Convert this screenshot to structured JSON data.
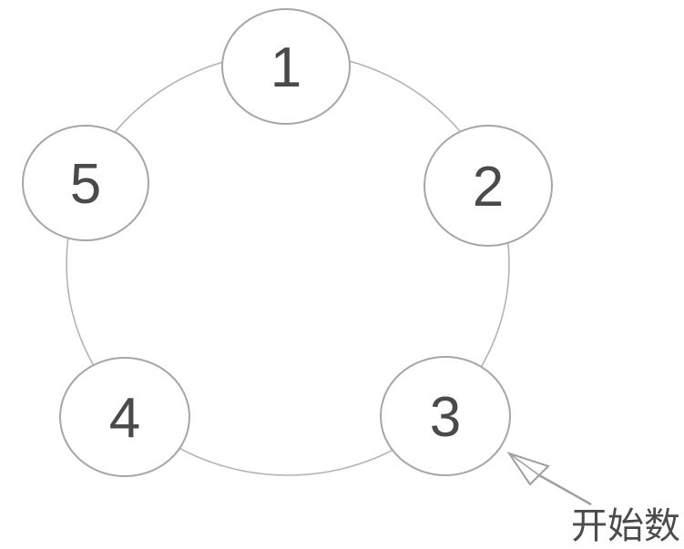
{
  "diagram": {
    "type": "circular-ring-diagram",
    "nodes": [
      {
        "id": "node-1",
        "label": "1"
      },
      {
        "id": "node-2",
        "label": "2"
      },
      {
        "id": "node-3",
        "label": "3"
      },
      {
        "id": "node-4",
        "label": "4"
      },
      {
        "id": "node-5",
        "label": "5"
      }
    ],
    "annotation": {
      "label": "开始数",
      "points_to": "node-3"
    },
    "colors": {
      "ring_stroke": "#b3b3b3",
      "node_stroke": "#a6a6a6",
      "node_fill": "#ffffff",
      "arrow_stroke": "#9f9f9f",
      "number_text": "#4a4a4a",
      "annotation_text": "#4b4b4b",
      "background": "#ffffff"
    }
  }
}
